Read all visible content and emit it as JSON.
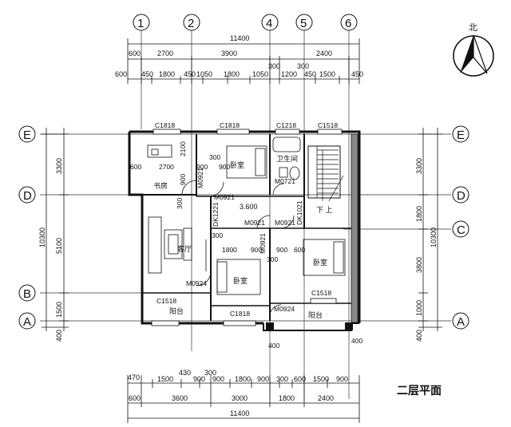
{
  "title": "二层平面",
  "north_label": "北",
  "axes_top": [
    "1",
    "2",
    "4",
    "5",
    "6"
  ],
  "axes_side": [
    "E",
    "D",
    "C",
    "B",
    "A"
  ],
  "top_dims": {
    "total": "11400",
    "row1": [
      "600",
      "2700",
      "3900",
      "300",
      "2400"
    ],
    "row2": [
      "600",
      "450",
      "1800",
      "450",
      "1050",
      "1800",
      "1050",
      "300",
      "1200",
      "450",
      "1500",
      "450"
    ]
  },
  "bottom_dims": {
    "row1": [
      "470",
      "430",
      "1500",
      "300",
      "900",
      "900",
      "1800",
      "900",
      "300",
      "600",
      "1500",
      "900"
    ],
    "row2": [
      "600",
      "3600",
      "3000",
      "1800",
      "2400"
    ],
    "total": "11400"
  },
  "left_dims": {
    "outer": [
      "3300",
      "5100",
      "1500",
      "400"
    ],
    "total": "10300"
  },
  "right_dims": {
    "outer": [
      "3300",
      "1800",
      "3800",
      "1000",
      "400"
    ],
    "total": "10300"
  },
  "rooms": {
    "study": "书房",
    "bed1": "卧室",
    "bath": "卫生间",
    "living": "客厅",
    "bed2": "卧室",
    "bed3": "卧室",
    "balcony1": "阳台",
    "balcony2": "阳台",
    "stair": "下  上",
    "level": "3.600"
  },
  "labels": {
    "w_c1818a": "C1818",
    "w_c1818b": "C1818",
    "w_c1218": "C1218",
    "w_c1518a": "C1518",
    "w_c1518b": "C1518",
    "w_c1518c": "C1518",
    "w_c1818c": "C1818",
    "d_m0921a": "M0921",
    "d_m0921b": "M0921",
    "d_m0921c": "M0921",
    "d_m0921d": "M0921",
    "d_m0721": "M0721",
    "d_m0924a": "M0924",
    "d_m0924b": "M0924",
    "d_m0921e": "M0921",
    "d_dk1221": "DK1221",
    "d_dk1021": "DK1021",
    "in_600": "600",
    "in_2700": "2700",
    "in_2100": "2100",
    "in_900a": "900",
    "in_900b": "900",
    "in_900c": "900",
    "in_300a": "300",
    "in_300b": "300",
    "in_300c": "300",
    "in_1800": "1800",
    "in_900d": "900",
    "in_300d": "300",
    "in_600b": "600",
    "in_900e": "900",
    "in_400a": "400",
    "in_400b": "400"
  }
}
